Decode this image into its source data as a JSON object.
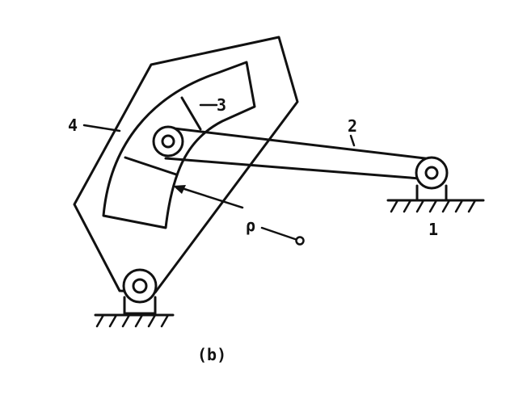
{
  "figure": {
    "caption": "(b)",
    "labels": {
      "ground_link": "1",
      "coupler_link": "2",
      "slider_block": "3",
      "curved_guide_link": "4",
      "radius": "ρ"
    }
  },
  "colors": {
    "ink": "#111111",
    "paper": "#ffffff"
  }
}
